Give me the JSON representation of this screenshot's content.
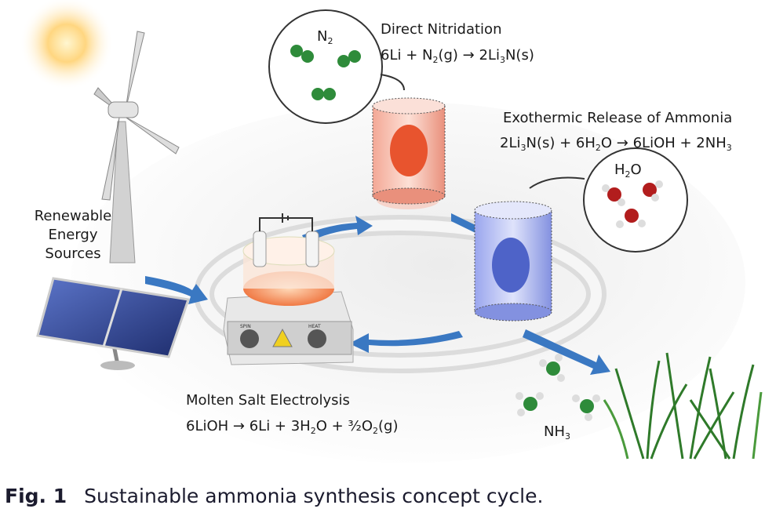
{
  "figure": {
    "labels": {
      "renewable": [
        "Renewable",
        "Energy",
        "Sources"
      ],
      "n2_molecule": "N",
      "n2_sub": "2",
      "h2o_molecule_a": "H",
      "h2o_sub": "2",
      "h2o_molecule_b": "O",
      "nh3_a": "NH",
      "nh3_sub": "3",
      "spin": "SPIN",
      "heat": "HEAT"
    },
    "steps": [
      {
        "title": "Direct Nitridation",
        "equation": [
          "6Li + N",
          "2",
          "(g) → 2Li",
          "3",
          "N(s)"
        ]
      },
      {
        "title": "Exothermic Release of Ammonia",
        "equation": [
          "2Li",
          "3",
          "N(s) + 6H",
          "2",
          "O → 6LiOH + 2NH",
          "3"
        ]
      },
      {
        "title": "Molten Salt Electrolysis",
        "equation": [
          "6LiOH → 6Li + 3H",
          "2",
          "O + ³⁄₂O",
          "2",
          "(g)"
        ]
      }
    ],
    "colors": {
      "arrow": "#3a78c2",
      "n_atom": "#2e8b3a",
      "o_atom": "#b21d1d",
      "reactor_hot": "#f08060",
      "reactor_cold": "#8a9ae8"
    }
  },
  "caption": {
    "label": "Fig. 1",
    "text": "Sustainable ammonia synthesis concept cycle."
  }
}
